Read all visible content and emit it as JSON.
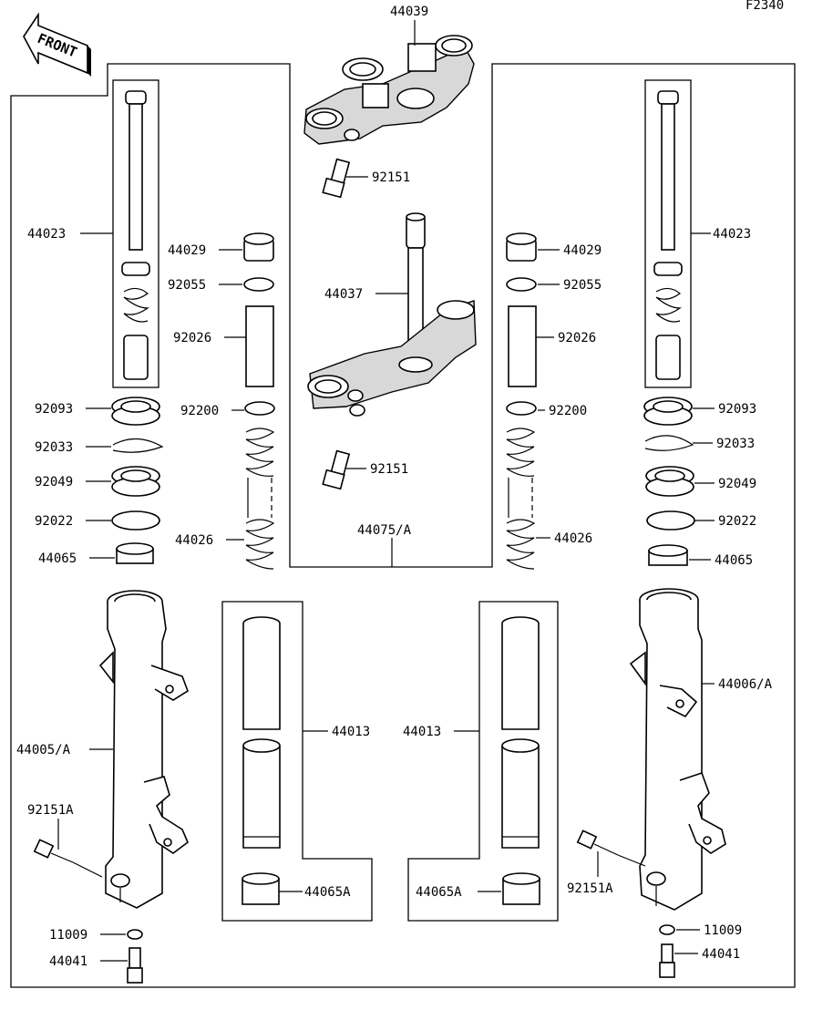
{
  "diagram": {
    "code": "F2340",
    "front_label": "FRONT",
    "labels": {
      "p44039": "44039",
      "p92151_top": "92151",
      "p44037": "44037",
      "p92151_mid": "92151",
      "p44075": "44075/A",
      "p44023_l": "44023",
      "p44023_r": "44023",
      "p44029_l": "44029",
      "p44029_r": "44029",
      "p92055_l": "92055",
      "p92055_r": "92055",
      "p92026_l": "92026",
      "p92026_r": "92026",
      "p92093_l": "92093",
      "p92093_r": "92093",
      "p92200_l": "92200",
      "p92200_r": "92200",
      "p92033_l": "92033",
      "p92033_r": "92033",
      "p92049_l": "92049",
      "p92049_r": "92049",
      "p92022_l": "92022",
      "p92022_r": "92022",
      "p44026_l": "44026",
      "p44026_r": "44026",
      "p44065_l": "44065",
      "p44065_r": "44065",
      "p44013_l": "44013",
      "p44013_r": "44013",
      "p44005": "44005/A",
      "p44006": "44006/A",
      "p92151A_l": "92151A",
      "p92151A_r": "92151A",
      "p44065A_l": "44065A",
      "p44065A_r": "44065A",
      "p11009_l": "11009",
      "p11009_r": "11009",
      "p44041_l": "44041",
      "p44041_r": "44041"
    }
  }
}
